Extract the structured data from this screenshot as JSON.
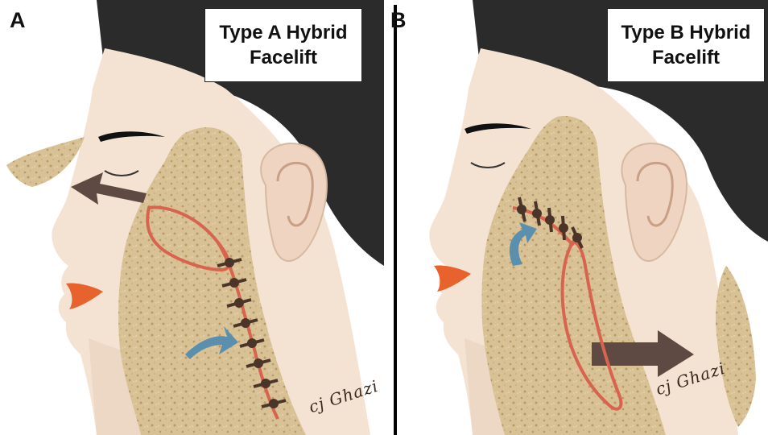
{
  "panels": [
    {
      "letter": "A",
      "title_line1": "Type A Hybrid",
      "title_line2": "Facelift",
      "signature": "cj Ghazi"
    },
    {
      "letter": "B",
      "title_line1": "Type B Hybrid",
      "title_line2": "Facelift",
      "signature": "cj Ghazi"
    }
  ],
  "colors": {
    "skin": "#f4e2d3",
    "skin_shadow": "#e6cdb9",
    "hair": "#2b2b2b",
    "flap": "#d9c196",
    "speckle": "#b89a66",
    "incision": "#d8644f",
    "suture": "#4a3528",
    "rotation_arrow": "#5a8fae",
    "vector_arrow": "#5e4a42",
    "lips": "#e8622e"
  }
}
